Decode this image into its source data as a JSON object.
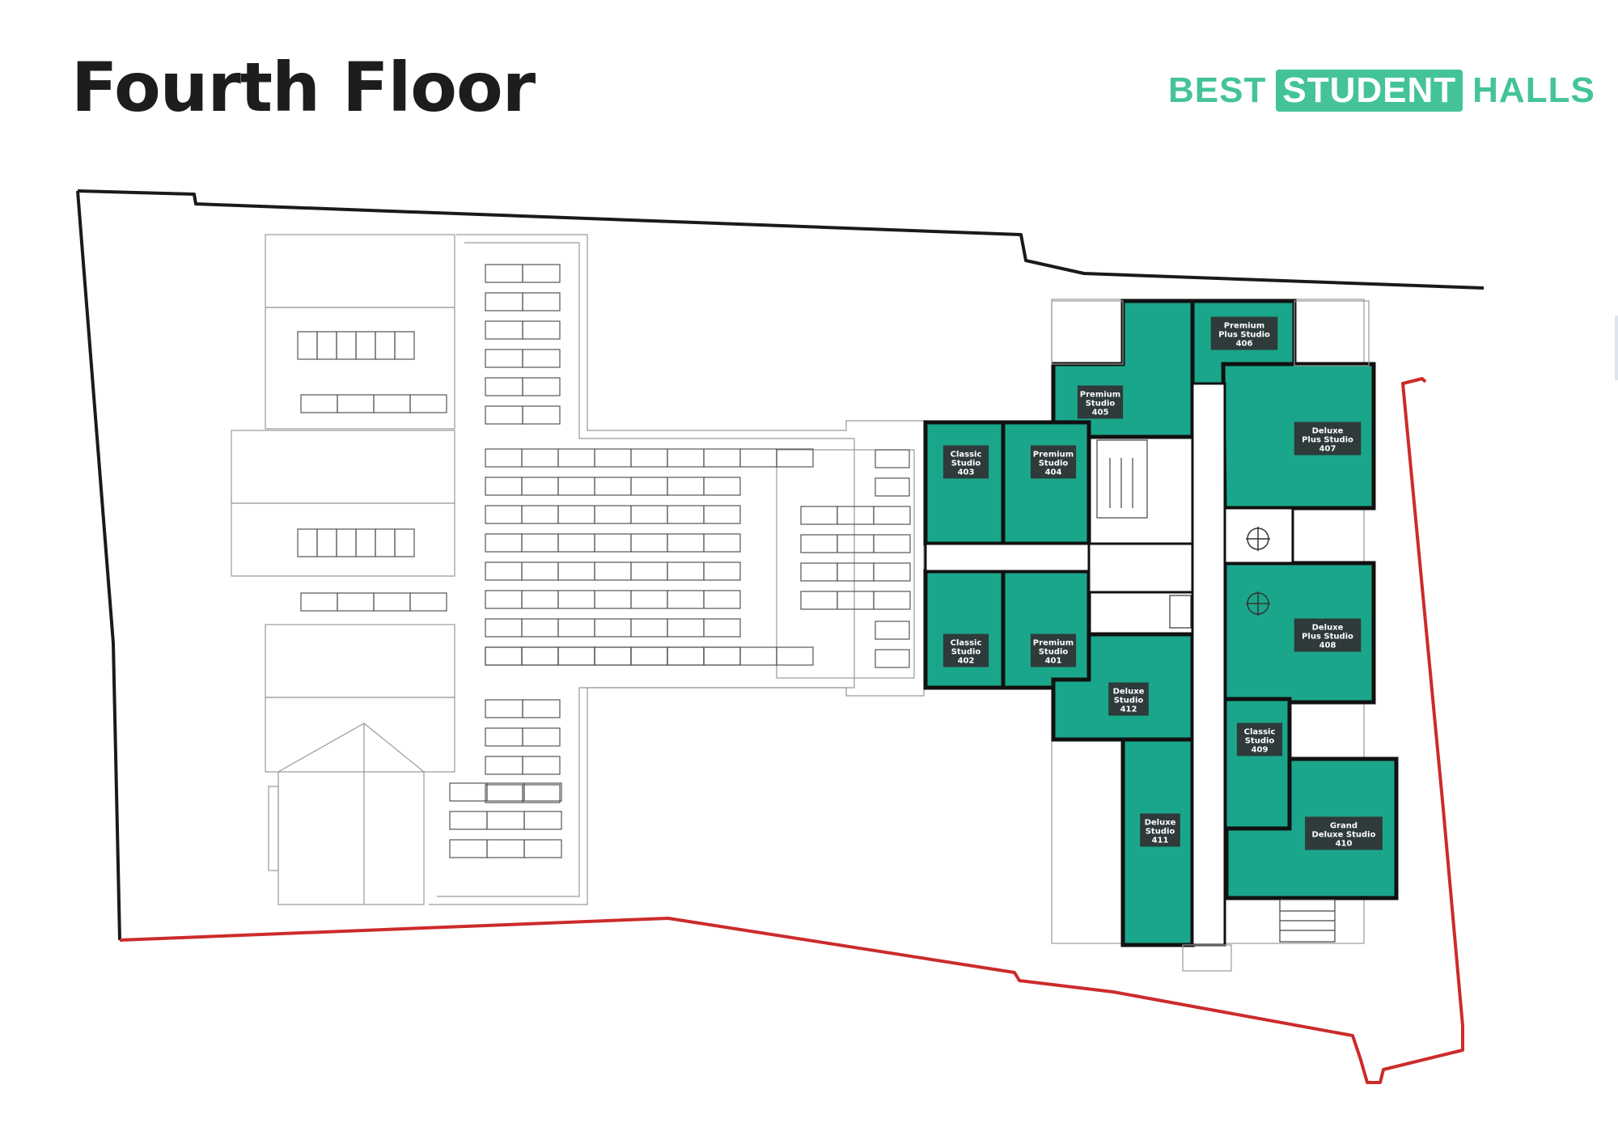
{
  "title": "Fourth Floor",
  "brand": {
    "part1": "BEST",
    "part2": "STUDENT",
    "part3": "HALLS",
    "color": "#44c39a"
  },
  "colors": {
    "room_fill": "#1aa68a",
    "wall": "#111111",
    "boundary": "#1a1a1a",
    "boundary_accent": "#cc2b2b",
    "outline": "#888888"
  },
  "rooms": [
    {
      "id": "406",
      "lines": [
        "Premium",
        "Plus Studio",
        "406"
      ]
    },
    {
      "id": "405",
      "lines": [
        "Premium",
        "Studio",
        "405"
      ]
    },
    {
      "id": "407",
      "lines": [
        "Deluxe",
        "Plus Studio",
        "407"
      ]
    },
    {
      "id": "403",
      "lines": [
        "Classic",
        "Studio",
        "403"
      ]
    },
    {
      "id": "404",
      "lines": [
        "Premium",
        "Studio",
        "404"
      ]
    },
    {
      "id": "402",
      "lines": [
        "Classic",
        "Studio",
        "402"
      ]
    },
    {
      "id": "401",
      "lines": [
        "Premium",
        "Studio",
        "401"
      ]
    },
    {
      "id": "408",
      "lines": [
        "Deluxe",
        "Plus Studio",
        "408"
      ]
    },
    {
      "id": "412",
      "lines": [
        "Deluxe",
        "Studio",
        "412"
      ]
    },
    {
      "id": "409",
      "lines": [
        "Classic",
        "Studio",
        "409"
      ]
    },
    {
      "id": "411",
      "lines": [
        "Deluxe",
        "Studio",
        "411"
      ]
    },
    {
      "id": "410",
      "lines": [
        "Grand",
        "Deluxe Studio",
        "410"
      ]
    }
  ]
}
